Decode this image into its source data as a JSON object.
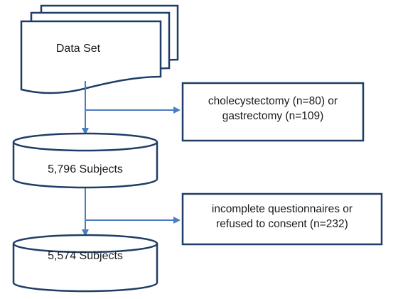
{
  "diagram": {
    "nodes": {
      "data_set": {
        "label": "Data Set"
      },
      "subjects_1": {
        "label": "5,796 Subjects"
      },
      "subjects_2": {
        "label": "5,574 Subjects"
      }
    },
    "exclusions": {
      "first": {
        "line1": "cholecystectomy (n=80) or",
        "line2": "gastrectomy (n=109)"
      },
      "second": {
        "line1": "incomplete questionnaires or",
        "line2": "refused to consent (n=232)"
      }
    },
    "colors": {
      "border": "#1f3d66",
      "arrow": "#4a7cc0",
      "text": "#1a1a1a"
    }
  }
}
